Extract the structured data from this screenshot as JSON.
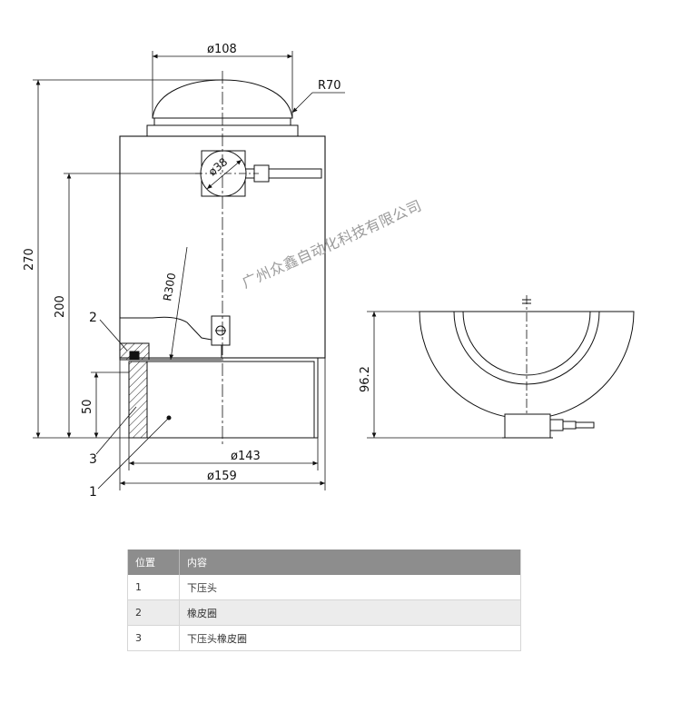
{
  "drawing": {
    "dims": {
      "d108": "ø108",
      "r70": "R70",
      "d38": "ø38",
      "h270": "270",
      "h200": "200",
      "r300": "R300",
      "h50": "50",
      "d143": "ø143",
      "d159": "ø159",
      "h96_2": "96.2"
    },
    "callouts": {
      "c1": "1",
      "c2": "2",
      "c3": "3"
    },
    "watermark": "广州众鑫自动化科技有限公司"
  },
  "table": {
    "headers": [
      "位置",
      "内容"
    ],
    "rows": [
      {
        "pos": "1",
        "content": "下压头"
      },
      {
        "pos": "2",
        "content": "橡皮圈"
      },
      {
        "pos": "3",
        "content": "下压头橡皮圈"
      }
    ]
  }
}
